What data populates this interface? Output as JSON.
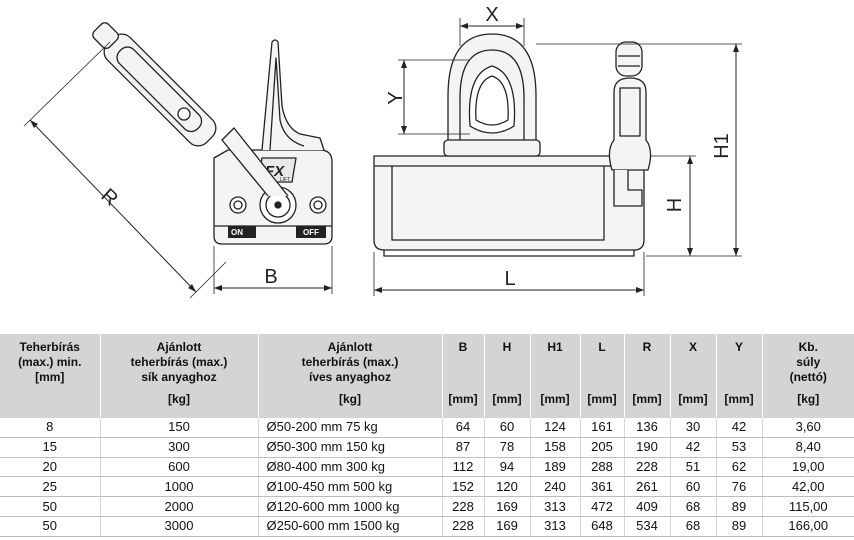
{
  "drawing": {
    "dim_labels": {
      "R": "R",
      "B": "B",
      "X": "X",
      "Y": "Y",
      "H1": "H1",
      "H": "H",
      "L": "L"
    },
    "logo_text": "FX",
    "logo_sub": "LIFT",
    "switch_on": "ON",
    "switch_off": "OFF"
  },
  "table": {
    "headers": [
      {
        "top": "Teherbírás\n(max.) min.\n[mm]",
        "unit": ""
      },
      {
        "top": "Ajánlott\nteherbírás (max.)\nsík anyaghoz",
        "unit": "[kg]"
      },
      {
        "top": "Ajánlott\nteherbírás (max.)\níves anyaghoz",
        "unit": "[kg]"
      },
      {
        "top": "B",
        "unit": "[mm]"
      },
      {
        "top": "H",
        "unit": "[mm]"
      },
      {
        "top": "H1",
        "unit": "[mm]"
      },
      {
        "top": "L",
        "unit": "[mm]"
      },
      {
        "top": "R",
        "unit": "[mm]"
      },
      {
        "top": "X",
        "unit": "[mm]"
      },
      {
        "top": "Y",
        "unit": "[mm]"
      },
      {
        "top": "Kb.\nsúly\n(nettó)",
        "unit": "[kg]"
      }
    ],
    "rows": [
      [
        "8",
        "150",
        "Ø50-200 mm 75 kg",
        "64",
        "60",
        "124",
        "161",
        "136",
        "30",
        "42",
        "3,60"
      ],
      [
        "15",
        "300",
        "Ø50-300 mm 150 kg",
        "87",
        "78",
        "158",
        "205",
        "190",
        "42",
        "53",
        "8,40"
      ],
      [
        "20",
        "600",
        "Ø80-400 mm 300 kg",
        "112",
        "94",
        "189",
        "288",
        "228",
        "51",
        "62",
        "19,00"
      ],
      [
        "25",
        "1000",
        "Ø100-450 mm 500 kg",
        "152",
        "120",
        "240",
        "361",
        "261",
        "60",
        "76",
        "42,00"
      ],
      [
        "50",
        "2000",
        "Ø120-600 mm 1000 kg",
        "228",
        "169",
        "313",
        "472",
        "409",
        "68",
        "89",
        "115,00"
      ],
      [
        "50",
        "3000",
        "Ø250-600 mm 1500 kg",
        "228",
        "169",
        "313",
        "648",
        "534",
        "68",
        "89",
        "166,00"
      ]
    ]
  }
}
